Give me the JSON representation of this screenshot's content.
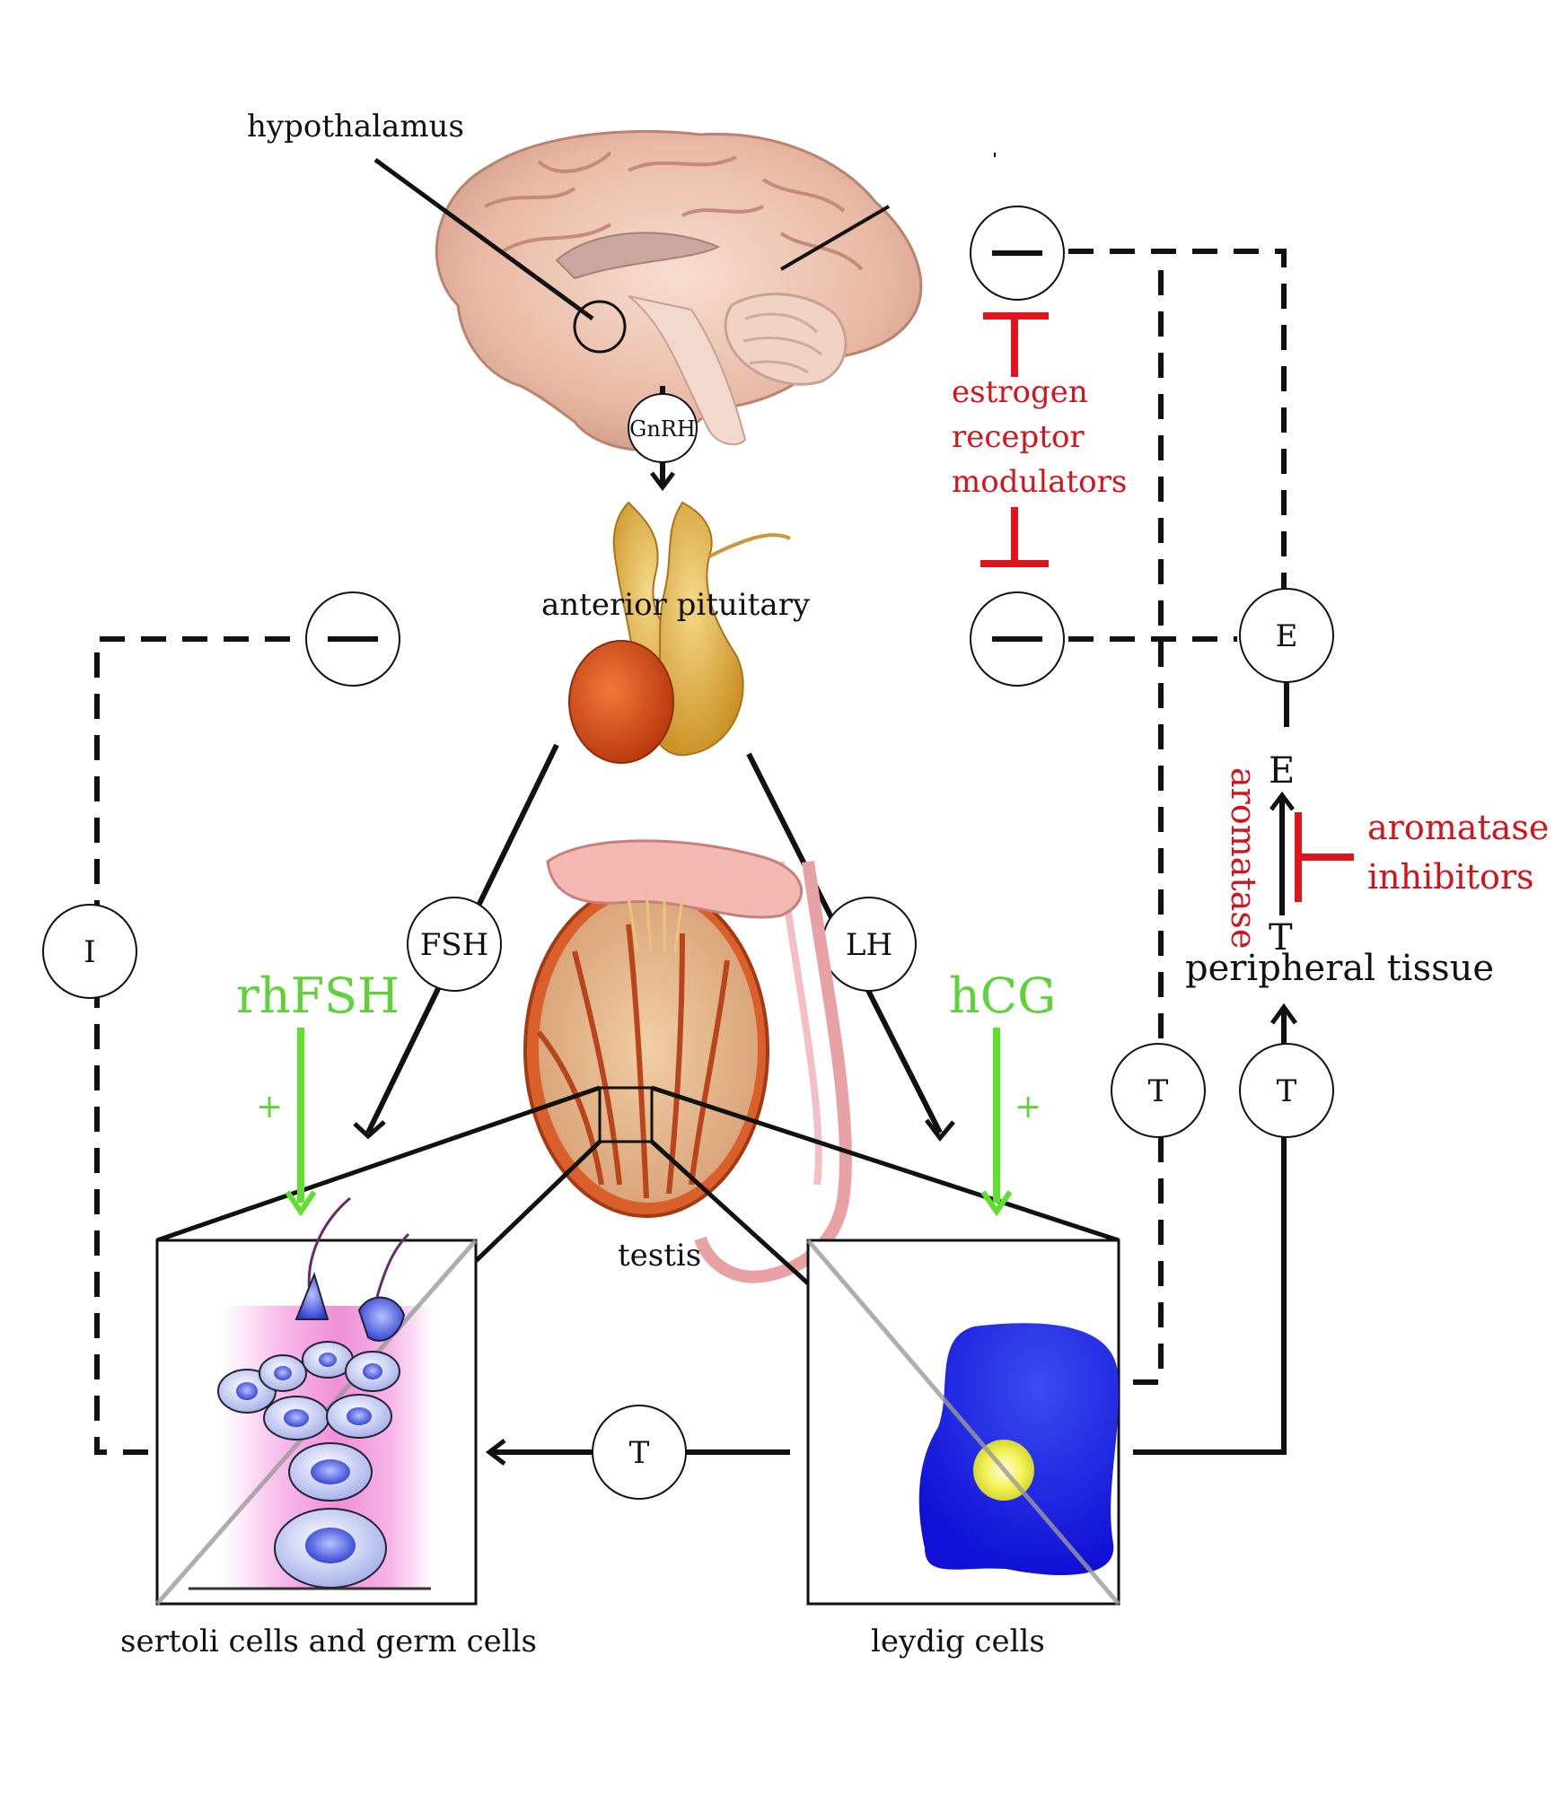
{
  "labels": {
    "hypothalamus": "hypothalamus",
    "anterior_pituitary": "anterior pituitary",
    "testis": "testis",
    "sertoli": "sertoli cells and germ cells",
    "leydig": "leydig cells",
    "peripheral_tissue": "peripheral tissue"
  },
  "nodes": {
    "gnrh": "GnRH",
    "fsh": "FSH",
    "lh": "LH",
    "inhibin": "I",
    "t_bottom": "T",
    "t_dashed": "T",
    "t_solid": "T",
    "e_node": "E",
    "minus_left": "—",
    "minus_top_right": "—",
    "minus_mid_right": "—"
  },
  "conversion": {
    "top": "E",
    "bottom": "T",
    "enzyme": "aromatase"
  },
  "drugs": {
    "rhfsh": "rhFSH",
    "hcg": "hCG",
    "plus_left": "+",
    "plus_right": "+",
    "serm_line1": "estrogen",
    "serm_line2": "receptor",
    "serm_line3": "modulators",
    "ai_line1": "aromatase",
    "ai_line2": "inhibitors"
  },
  "colors": {
    "drug_red": "#d4141c",
    "drug_green": "#5fd23a",
    "leydig_cell": "#1515d8",
    "sertoli_bg": "#f6a6e0"
  }
}
